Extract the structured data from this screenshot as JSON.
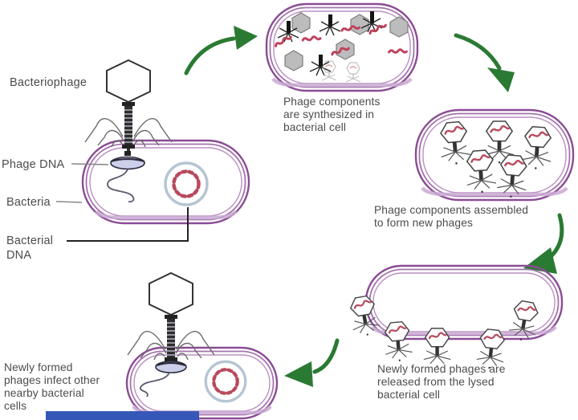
{
  "figure": {
    "type": "diagram",
    "subject": "Bacteriophage lytic cycle"
  },
  "labels": {
    "bacteriophage": "Bacteriophage",
    "phage_dna": "Phage DNA",
    "bacteria": "Bacteria",
    "bacterial_dna": [
      "Bacterial",
      "DNA"
    ]
  },
  "captions": {
    "synthesis": [
      "Phage components",
      "are synthesized in",
      "bacterial cell"
    ],
    "assembly": [
      "Phage components assembled",
      "to form new phages"
    ],
    "release": [
      "Newly formed phages are",
      "released from the lysed",
      "bacterial cell"
    ],
    "infection": [
      "Newly formed",
      "phages infect other",
      "nearby bacterial",
      "cells"
    ]
  },
  "colors": {
    "membrane_purple": "#8a4c94",
    "membrane_inner_purple": "#bb8fc3",
    "arrow_green": "#2b7a33",
    "phage_dna_red": "#bf4059",
    "plasmid_ring_blue": "#b6c4d2",
    "capsid_gray": "#bcbcbc",
    "label_text": "#4c4c4c",
    "bottom_bar_blue": "#3558b8",
    "background": "#ffffff"
  }
}
